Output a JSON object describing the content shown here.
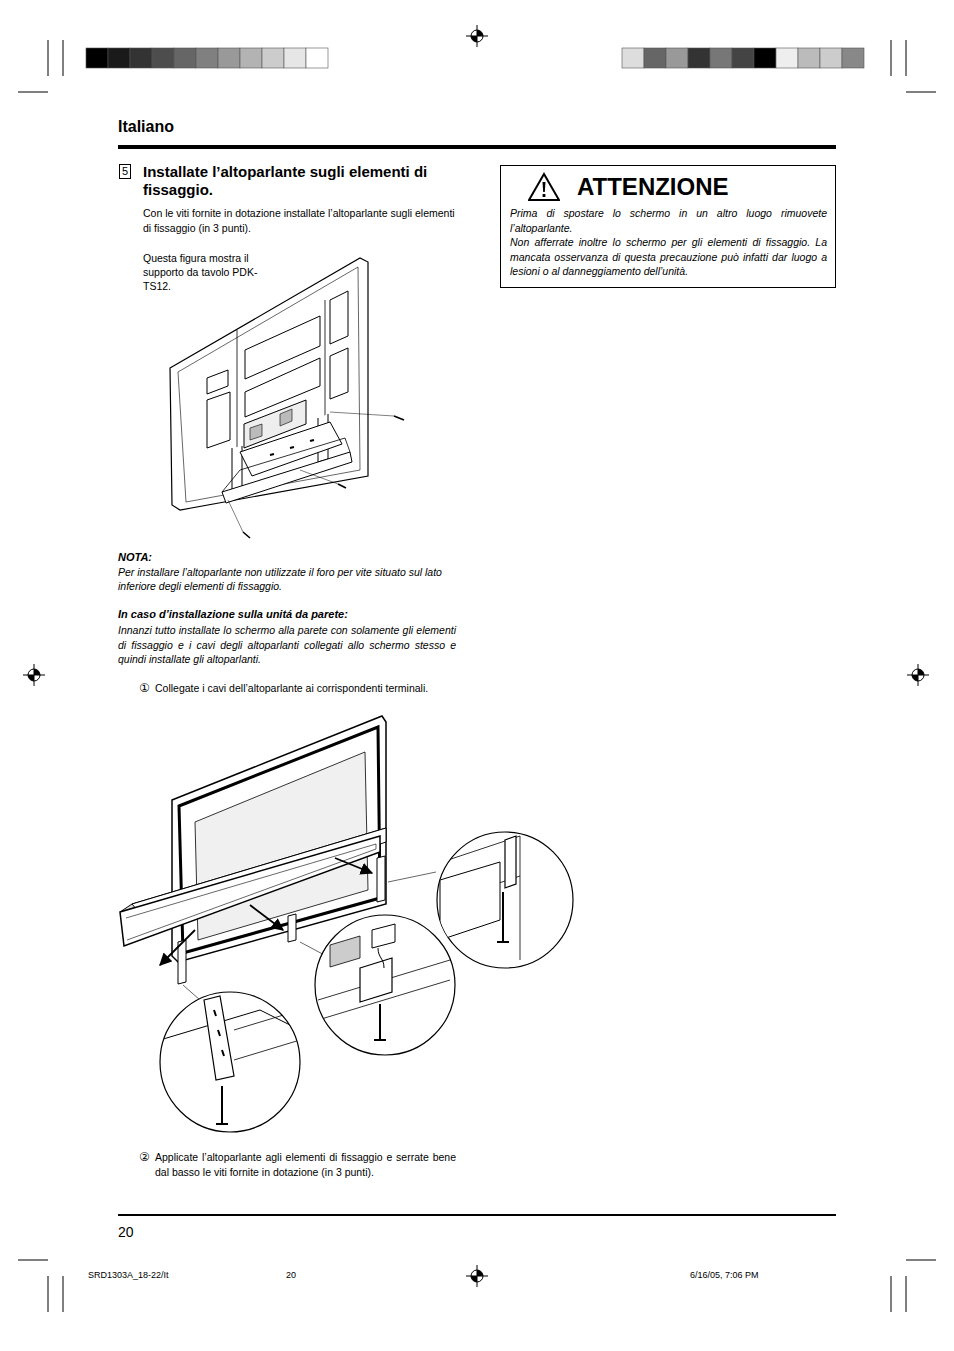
{
  "diagram": {
    "title": "Installate l’altoparlante sugli elementi di fissaggio.",
    "nodes": [
      {
        "text": [
          "ATTENZIONE",
          "Prima di spostare lo schermo in un altro luogo rimuovete l’altoparlante.",
          "Non afferrate inoltre lo schermo per gli elementi di fissaggio. La mancata osservanza di questa precauzione può infatti dar luogo a lesioni o al danneggiamento dell’unità."
        ]
      }
    ],
    "labels": [
      "Italiano",
      "5",
      "Con le viti fornite in dotazione installate l’altoparlante sugli elementi di fissaggio (in 3 punti).",
      "Questa figura mostra il supporto da tavolo PDK-TS12.",
      "NOTA:",
      "Per installare l’altoparlante non utilizzate il foro per vite situato sul lato inferiore degli elementi di fissaggio.",
      "In caso d’installazione sulla unitá da parete:",
      "Innanzi tutto installate lo schermo alla parete con solamente gli elementi di fissaggio e i cavi degli altoparlanti collegati allo schermo stesso e quindi installate gli altoparlanti.",
      "①",
      "Collegate i cavi dell’altoparlante ai corrispondenti terminali.",
      "②",
      "Applicate l’altoparlante agli elementi di fissaggio e serrate bene dal basso le viti fornite in dotazione (in 3 punti).",
      "20",
      "SRD1303A_18-22/It",
      "20",
      "6/16/05, 7:06 PM"
    ]
  }
}
